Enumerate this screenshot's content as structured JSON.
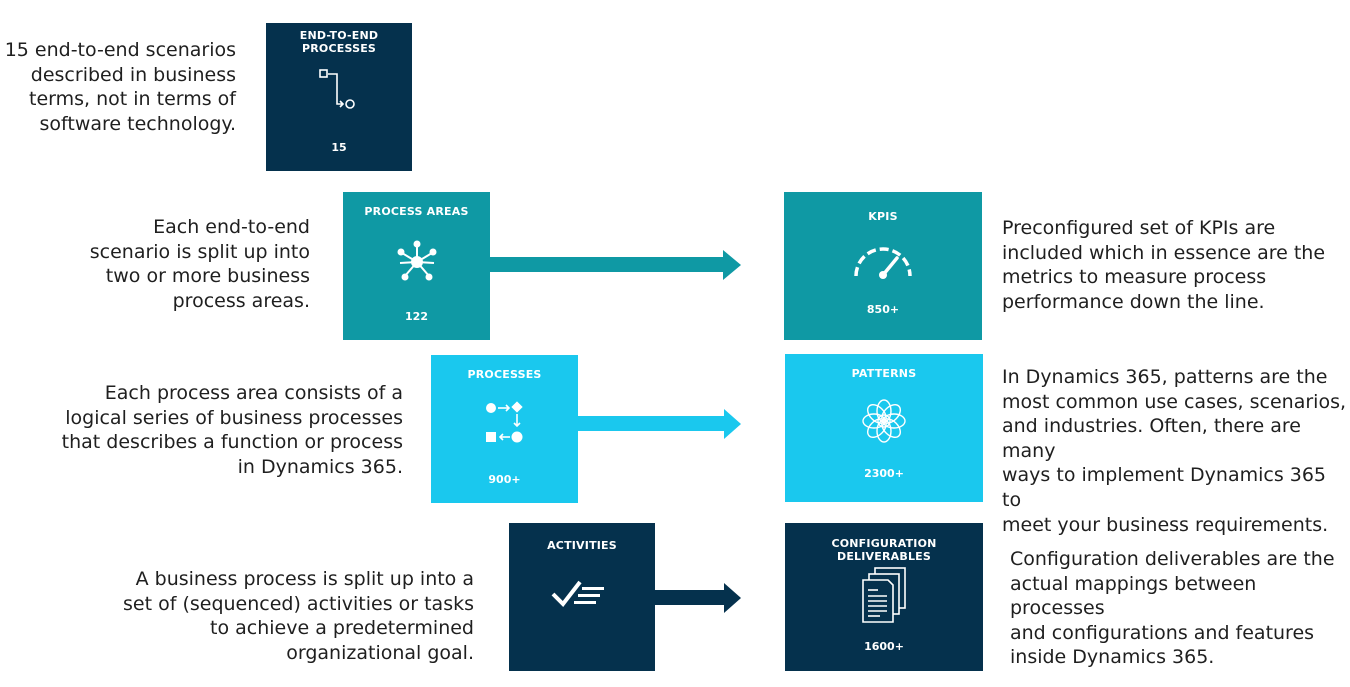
{
  "tiles": {
    "e2e": {
      "title": "END-TO-END\nPROCESSES",
      "count": "15",
      "color": "#05314d",
      "icon": "flow-icon"
    },
    "process_areas": {
      "title": "PROCESS AREAS",
      "count": "122",
      "color": "#0f99a4",
      "icon": "hub-network-icon"
    },
    "kpis": {
      "title": "KPIS",
      "count": "850+",
      "color": "#0f99a4",
      "icon": "speedometer-icon"
    },
    "processes": {
      "title": "PROCESSES",
      "count": "900+",
      "color": "#1ac8ee",
      "icon": "process-steps-icon"
    },
    "patterns": {
      "title": "PATTERNS",
      "count": "2300+",
      "color": "#1ac8ee",
      "icon": "flower-pattern-icon"
    },
    "activities": {
      "title": "ACTIVITIES",
      "count": "",
      "color": "#05314d",
      "icon": "checklist-icon"
    },
    "config": {
      "title": "CONFIGURATION DELIVERABLES",
      "count": "1600+",
      "color": "#05314d",
      "icon": "documents-icon"
    }
  },
  "descriptions": {
    "e2e": "15 end-to-end scenarios\ndescribed in business\nterms, not in terms of\nsoftware technology.",
    "process_areas": "Each end-to-end\nscenario is split up into\ntwo or more business\nprocess areas.",
    "kpis": "Preconfigured set of KPIs are\nincluded which in essence are the\nmetrics to measure process\nperformance down the line.",
    "processes": "Each process area consists of a\nlogical series of business processes\nthat describes a function or process\nin Dynamics 365.",
    "patterns": "In Dynamics 365, patterns are the\nmost common use cases, scenarios,\nand industries. Often, there are many\nways to implement Dynamics 365 to\nmeet your business requirements.",
    "activities": "A business process is split up into a\nset of (sequenced) activities or tasks\nto achieve a predetermined\norganizational goal.",
    "config": "Configuration deliverables are the\nactual mappings between processes\nand configurations and features\ninside Dynamics 365."
  },
  "colors": {
    "dark": "#05314d",
    "teal": "#0f99a4",
    "cyan": "#1ac8ee",
    "text": "#1f1f1f"
  }
}
